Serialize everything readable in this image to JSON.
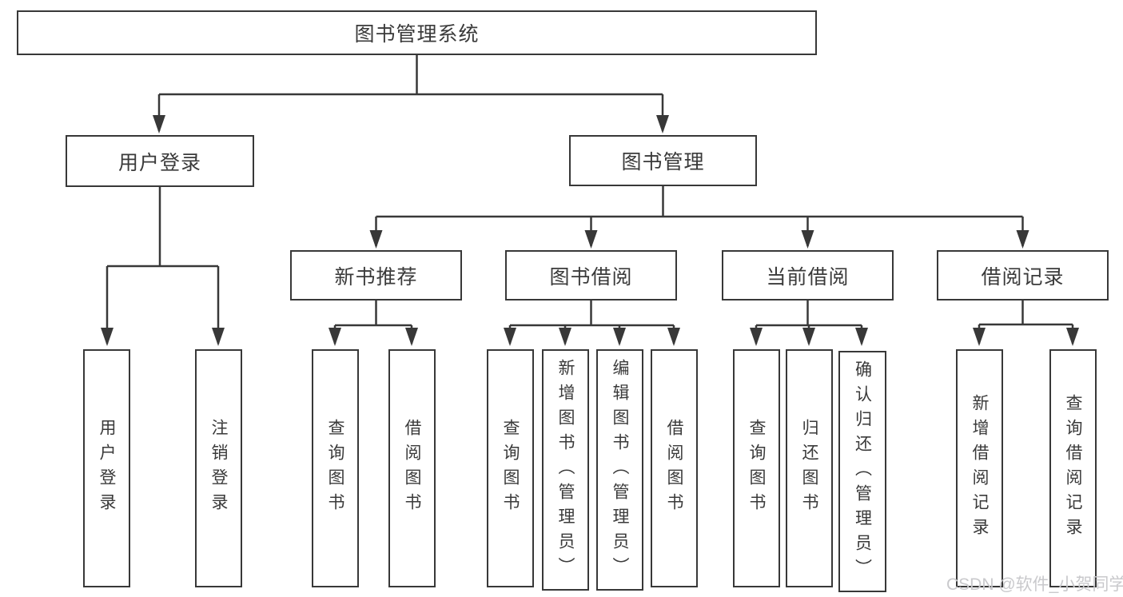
{
  "tree": {
    "root_label": "图书管理系统",
    "branches": [
      {
        "label": "用户登录",
        "children": [
          "用户登录",
          "注销登录"
        ]
      },
      {
        "label": "图书管理",
        "groups": [
          {
            "label": "新书推荐",
            "children": [
              "查询图书",
              "借阅图书"
            ]
          },
          {
            "label": "图书借阅",
            "children": [
              "查询图书",
              "新增图书（管理员）",
              "编辑图书（管理员）",
              "借阅图书"
            ]
          },
          {
            "label": "当前借阅",
            "children": [
              "查询图书",
              "归还图书",
              "确认归还（管理员）"
            ]
          },
          {
            "label": "借阅记录",
            "children": [
              "新增借阅记录",
              "查询借阅记录"
            ]
          }
        ]
      }
    ]
  },
  "watermark": "CSDN @软件_小贺同学",
  "colors": {
    "line": "#383838",
    "text": "#3a3a3a",
    "background": "#ffffff",
    "watermark_color": "#c9c9cc"
  }
}
